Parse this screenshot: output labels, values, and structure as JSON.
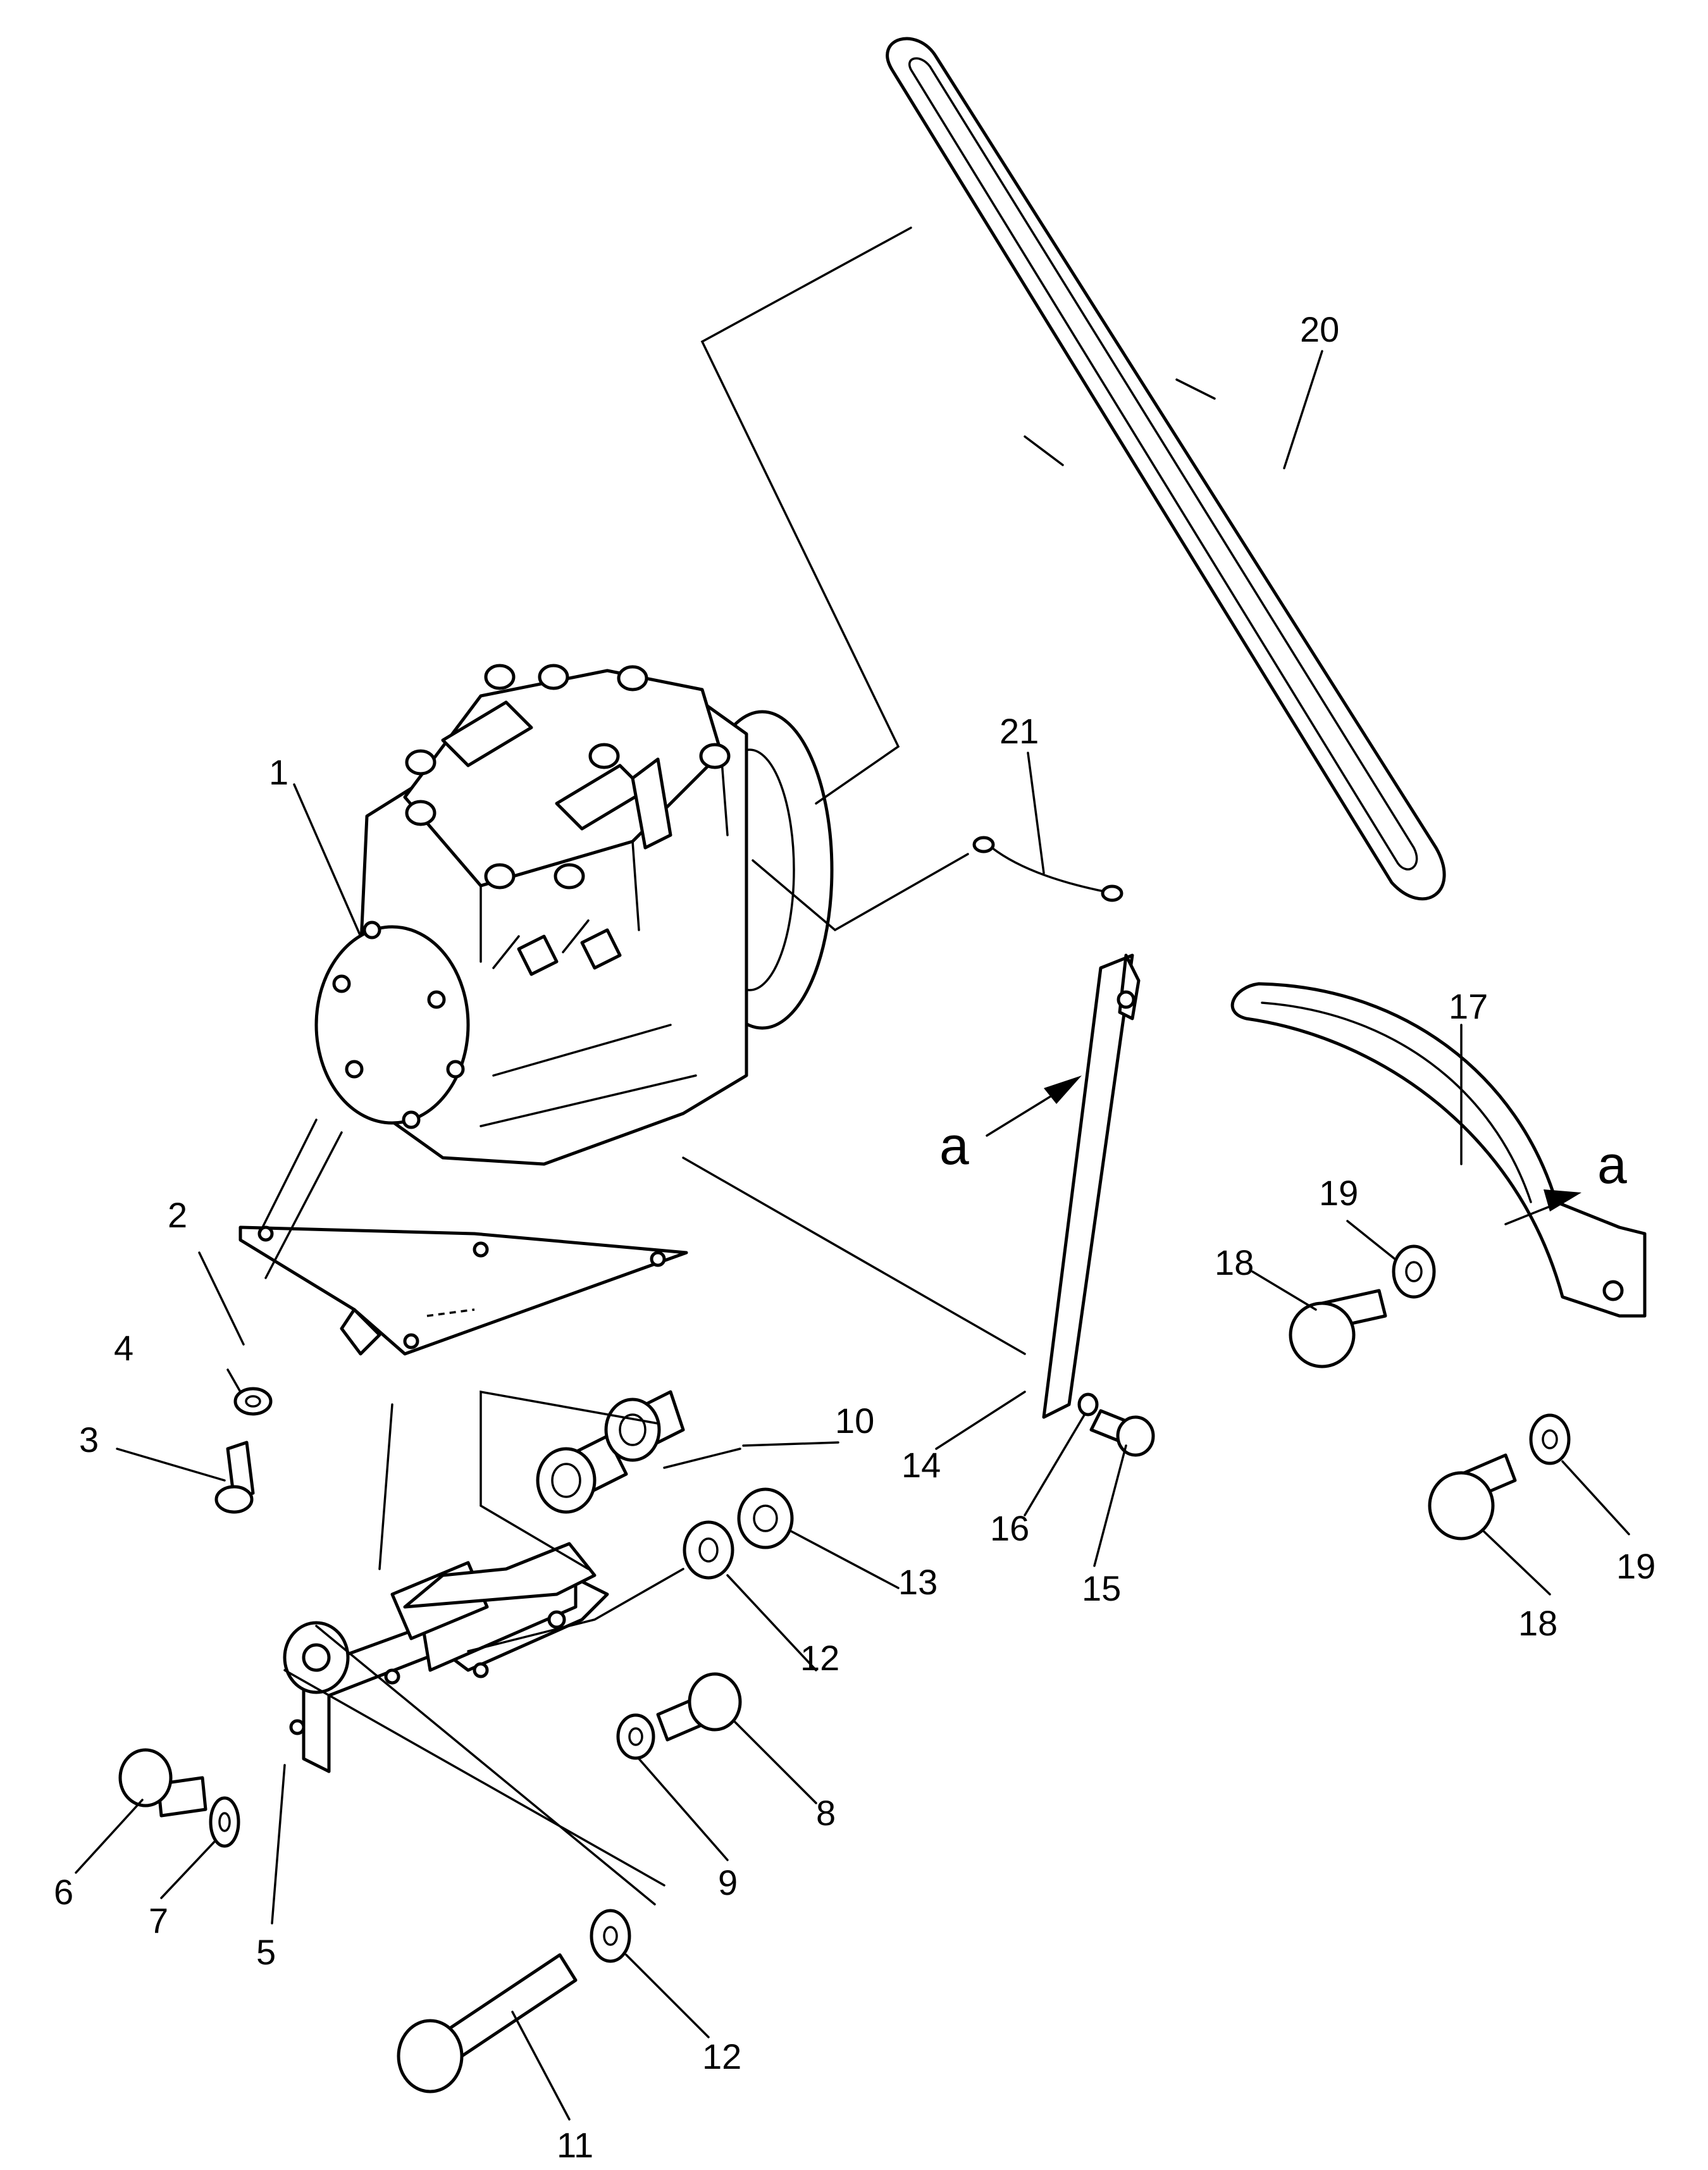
{
  "callouts": [
    "1",
    "2",
    "3",
    "4",
    "5",
    "6",
    "7",
    "8",
    "9",
    "10",
    "11",
    "12",
    "12",
    "13",
    "14",
    "15",
    "16",
    "17",
    "18",
    "18",
    "19",
    "19",
    "20",
    "21"
  ],
  "view_marker": "a"
}
